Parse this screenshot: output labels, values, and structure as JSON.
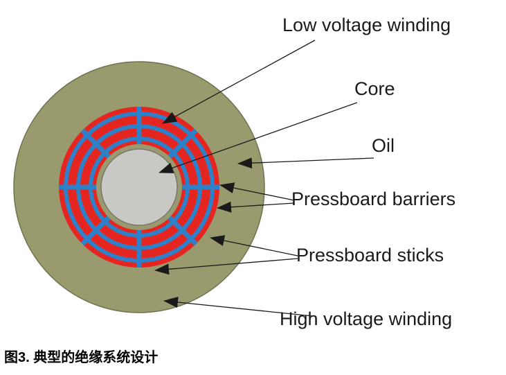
{
  "figure": {
    "caption": "图3. 典型的绝缘系统设计",
    "labels": {
      "low_voltage_winding": "Low voltage winding",
      "core": "Core",
      "oil": "Oil",
      "pressboard_barriers": "Pressboard barriers",
      "pressboard_sticks": "Pressboard sticks",
      "high_voltage_winding": "High voltage winding"
    },
    "colors": {
      "oil_region": "#999a6e",
      "oil_region_stroke": "#6f7050",
      "winding": "#e52620",
      "pressboard": "#2e80c8",
      "core": "#c8c8c4",
      "core_stroke": "#77776f",
      "annotation": "#1a1a1a"
    }
  }
}
